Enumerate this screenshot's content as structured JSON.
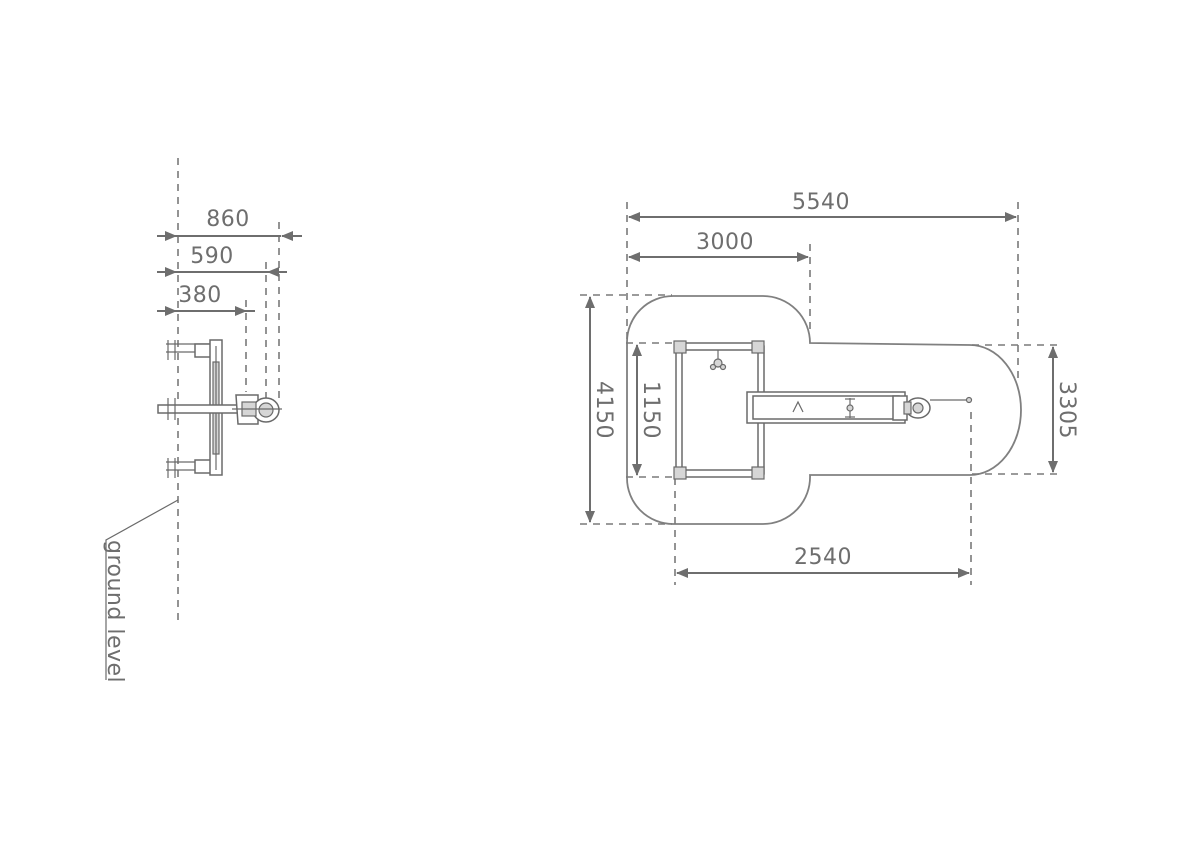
{
  "side_view": {
    "dim_overall": "860",
    "dim_middle": "590",
    "dim_inner": "380",
    "ground_label": "ground level"
  },
  "plan_view": {
    "dim_total_length": "5540",
    "dim_partial_length": "3000",
    "dim_total_width": "4150",
    "dim_frame_width": "1150",
    "dim_right_width": "3305",
    "dim_bottom_length": "2540"
  },
  "colors": {
    "line": "#6e6e6e",
    "background": "#ffffff"
  }
}
